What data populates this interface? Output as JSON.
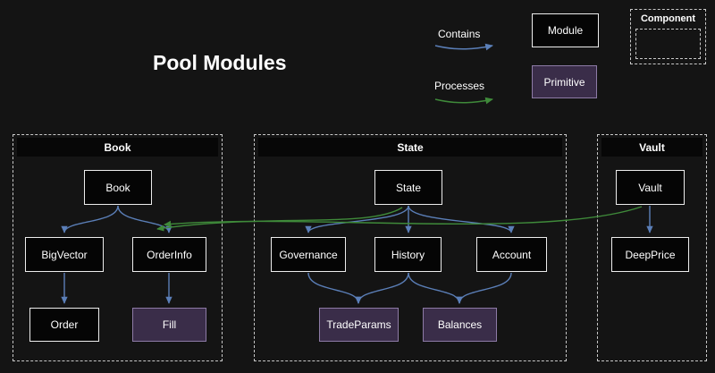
{
  "title": "Pool Modules",
  "legend": {
    "contains": "Contains",
    "processes": "Processes",
    "module": "Module",
    "primitive": "Primitive",
    "component": "Component"
  },
  "colors": {
    "background": "#141414",
    "contains_arrow": "#5b7fb8",
    "processes_arrow": "#3f8a3a",
    "module_bg": "#050505",
    "module_border": "#ededed",
    "primitive_bg": "#3a2d49",
    "primitive_border": "#8d7ba6",
    "group_border": "#c9c9c9"
  },
  "containers": [
    {
      "title": "Book",
      "nodes": [
        {
          "label": "Book",
          "type": "module"
        },
        {
          "label": "BigVector",
          "type": "module"
        },
        {
          "label": "OrderInfo",
          "type": "module"
        },
        {
          "label": "Order",
          "type": "module"
        },
        {
          "label": "Fill",
          "type": "primitive"
        }
      ]
    },
    {
      "title": "State",
      "nodes": [
        {
          "label": "State",
          "type": "module"
        },
        {
          "label": "Governance",
          "type": "module"
        },
        {
          "label": "History",
          "type": "module"
        },
        {
          "label": "Account",
          "type": "module"
        },
        {
          "label": "TradeParams",
          "type": "primitive"
        },
        {
          "label": "Balances",
          "type": "primitive"
        }
      ]
    },
    {
      "title": "Vault",
      "nodes": [
        {
          "label": "Vault",
          "type": "module"
        },
        {
          "label": "DeepPrice",
          "type": "module"
        }
      ]
    }
  ],
  "edges": {
    "contains": [
      [
        "Book",
        "BigVector"
      ],
      [
        "Book",
        "OrderInfo"
      ],
      [
        "BigVector",
        "Order"
      ],
      [
        "OrderInfo",
        "Fill"
      ],
      [
        "State",
        "Governance"
      ],
      [
        "State",
        "History"
      ],
      [
        "State",
        "Account"
      ],
      [
        "Governance",
        "TradeParams"
      ],
      [
        "History",
        "TradeParams"
      ],
      [
        "History",
        "Balances"
      ],
      [
        "Account",
        "Balances"
      ],
      [
        "Vault",
        "DeepPrice"
      ]
    ],
    "processes": [
      [
        "State",
        "OrderInfo"
      ],
      [
        "Vault",
        "OrderInfo"
      ]
    ]
  }
}
